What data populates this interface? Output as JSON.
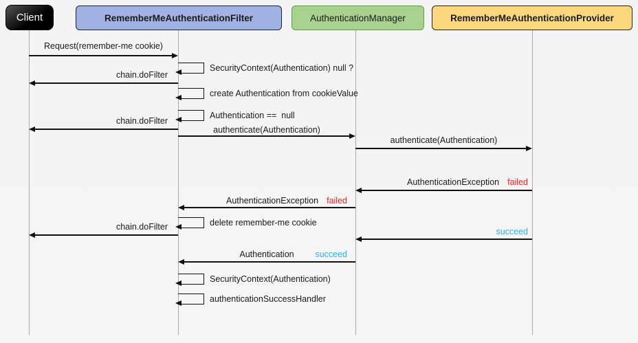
{
  "diagram_type": "uml-sequence",
  "colors": {
    "failed_text": "#ed2024",
    "succeed_text": "#27b2ea",
    "filter_fill": "#a3b2e4",
    "manager_fill": "#a9d18e",
    "provider_fill": "#fbd87d",
    "client_fill": "#000000",
    "lifeline": "#a8a8a8",
    "arrow": "#111111",
    "background": "#f5f5f5"
  },
  "actors": [
    {
      "label": "Client"
    },
    {
      "label": "RememberMeAuthenticationFilter"
    },
    {
      "label": "AuthenticationManager"
    },
    {
      "label": "RememberMeAuthenticationProvider"
    }
  ],
  "messages": [
    {
      "kind": "message",
      "text": "Request(remember-me cookie)",
      "from": "Client",
      "to": "RememberMeAuthenticationFilter"
    },
    {
      "kind": "self",
      "text": "SecurityContext(Authentication) null ?",
      "actor": "RememberMeAuthenticationFilter"
    },
    {
      "kind": "message",
      "text": "chain.doFilter",
      "from": "RememberMeAuthenticationFilter",
      "to": "Client"
    },
    {
      "kind": "self",
      "text": "create Authentication from cookieValue",
      "actor": "RememberMeAuthenticationFilter"
    },
    {
      "kind": "self",
      "text": "Authentication ==  null",
      "actor": "RememberMeAuthenticationFilter"
    },
    {
      "kind": "message",
      "text": "chain.doFilter",
      "from": "RememberMeAuthenticationFilter",
      "to": "Client"
    },
    {
      "kind": "message",
      "text": "authenticate(Authentication)",
      "from": "RememberMeAuthenticationFilter",
      "to": "AuthenticationManager"
    },
    {
      "kind": "message",
      "text": "authenticate(Authentication)",
      "from": "AuthenticationManager",
      "to": "RememberMeAuthenticationProvider"
    },
    {
      "kind": "message",
      "text": "AuthenticationException",
      "status": "failed",
      "from": "RememberMeAuthenticationProvider",
      "to": "AuthenticationManager"
    },
    {
      "kind": "message",
      "text": "AuthenticationException",
      "status": "failed",
      "from": "AuthenticationManager",
      "to": "RememberMeAuthenticationFilter"
    },
    {
      "kind": "self",
      "text": "delete remember-me cookie",
      "actor": "RememberMeAuthenticationFilter"
    },
    {
      "kind": "message",
      "text": "chain.doFilter",
      "from": "RememberMeAuthenticationFilter",
      "to": "Client"
    },
    {
      "kind": "message",
      "text": "",
      "status": "succeed",
      "from": "RememberMeAuthenticationProvider",
      "to": "AuthenticationManager"
    },
    {
      "kind": "message",
      "text": "Authentication",
      "status": "succeed",
      "from": "AuthenticationManager",
      "to": "RememberMeAuthenticationFilter"
    },
    {
      "kind": "self",
      "text": "SecurityContext(Authentication)",
      "actor": "RememberMeAuthenticationFilter"
    },
    {
      "kind": "self",
      "text": "authenticationSuccessHandler",
      "actor": "RememberMeAuthenticationFilter"
    }
  ]
}
